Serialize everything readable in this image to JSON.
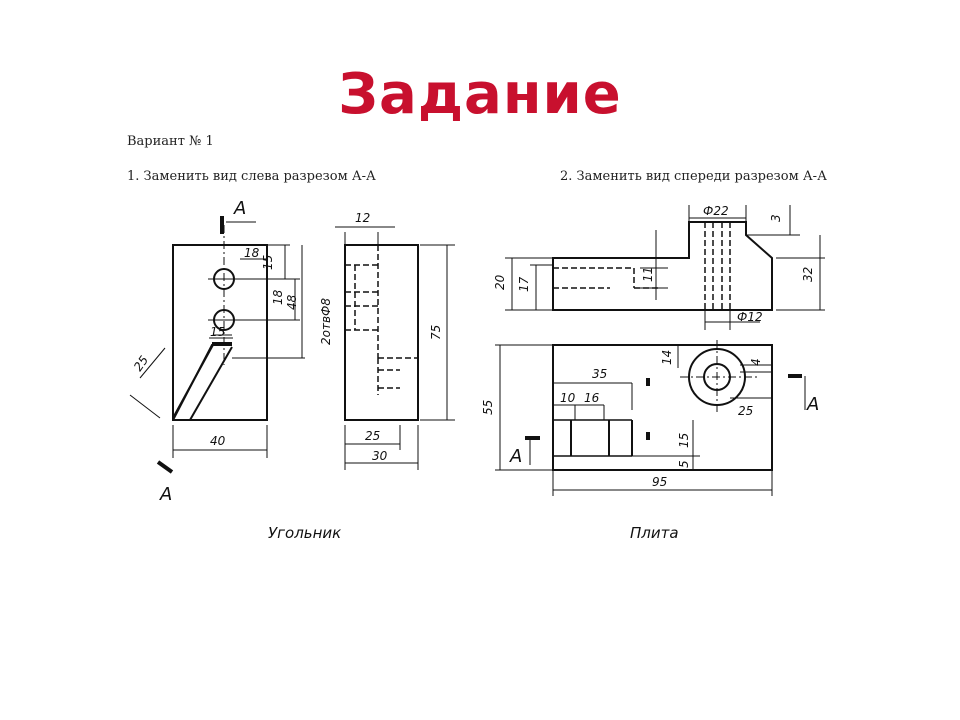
{
  "title": "Задание",
  "variant": "Вариант № 1",
  "tasks": [
    "1. Заменить вид слева разрезом А-А",
    "2. Заменить вид спереди разрезом А-А"
  ],
  "parts": [
    {
      "name": "Угольник",
      "section_label": "А",
      "dims": [
        "18",
        "15",
        "18",
        "48",
        "15",
        "25",
        "40",
        "12",
        "2отвФ8",
        "75",
        "25",
        "30"
      ]
    },
    {
      "name": "Плита",
      "section_label": "А",
      "dims": [
        "Ф22",
        "3",
        "20",
        "17",
        "11",
        "32",
        "Ф12",
        "55",
        "14",
        "4",
        "35",
        "10",
        "16",
        "25",
        "15",
        "5",
        "95"
      ]
    }
  ]
}
